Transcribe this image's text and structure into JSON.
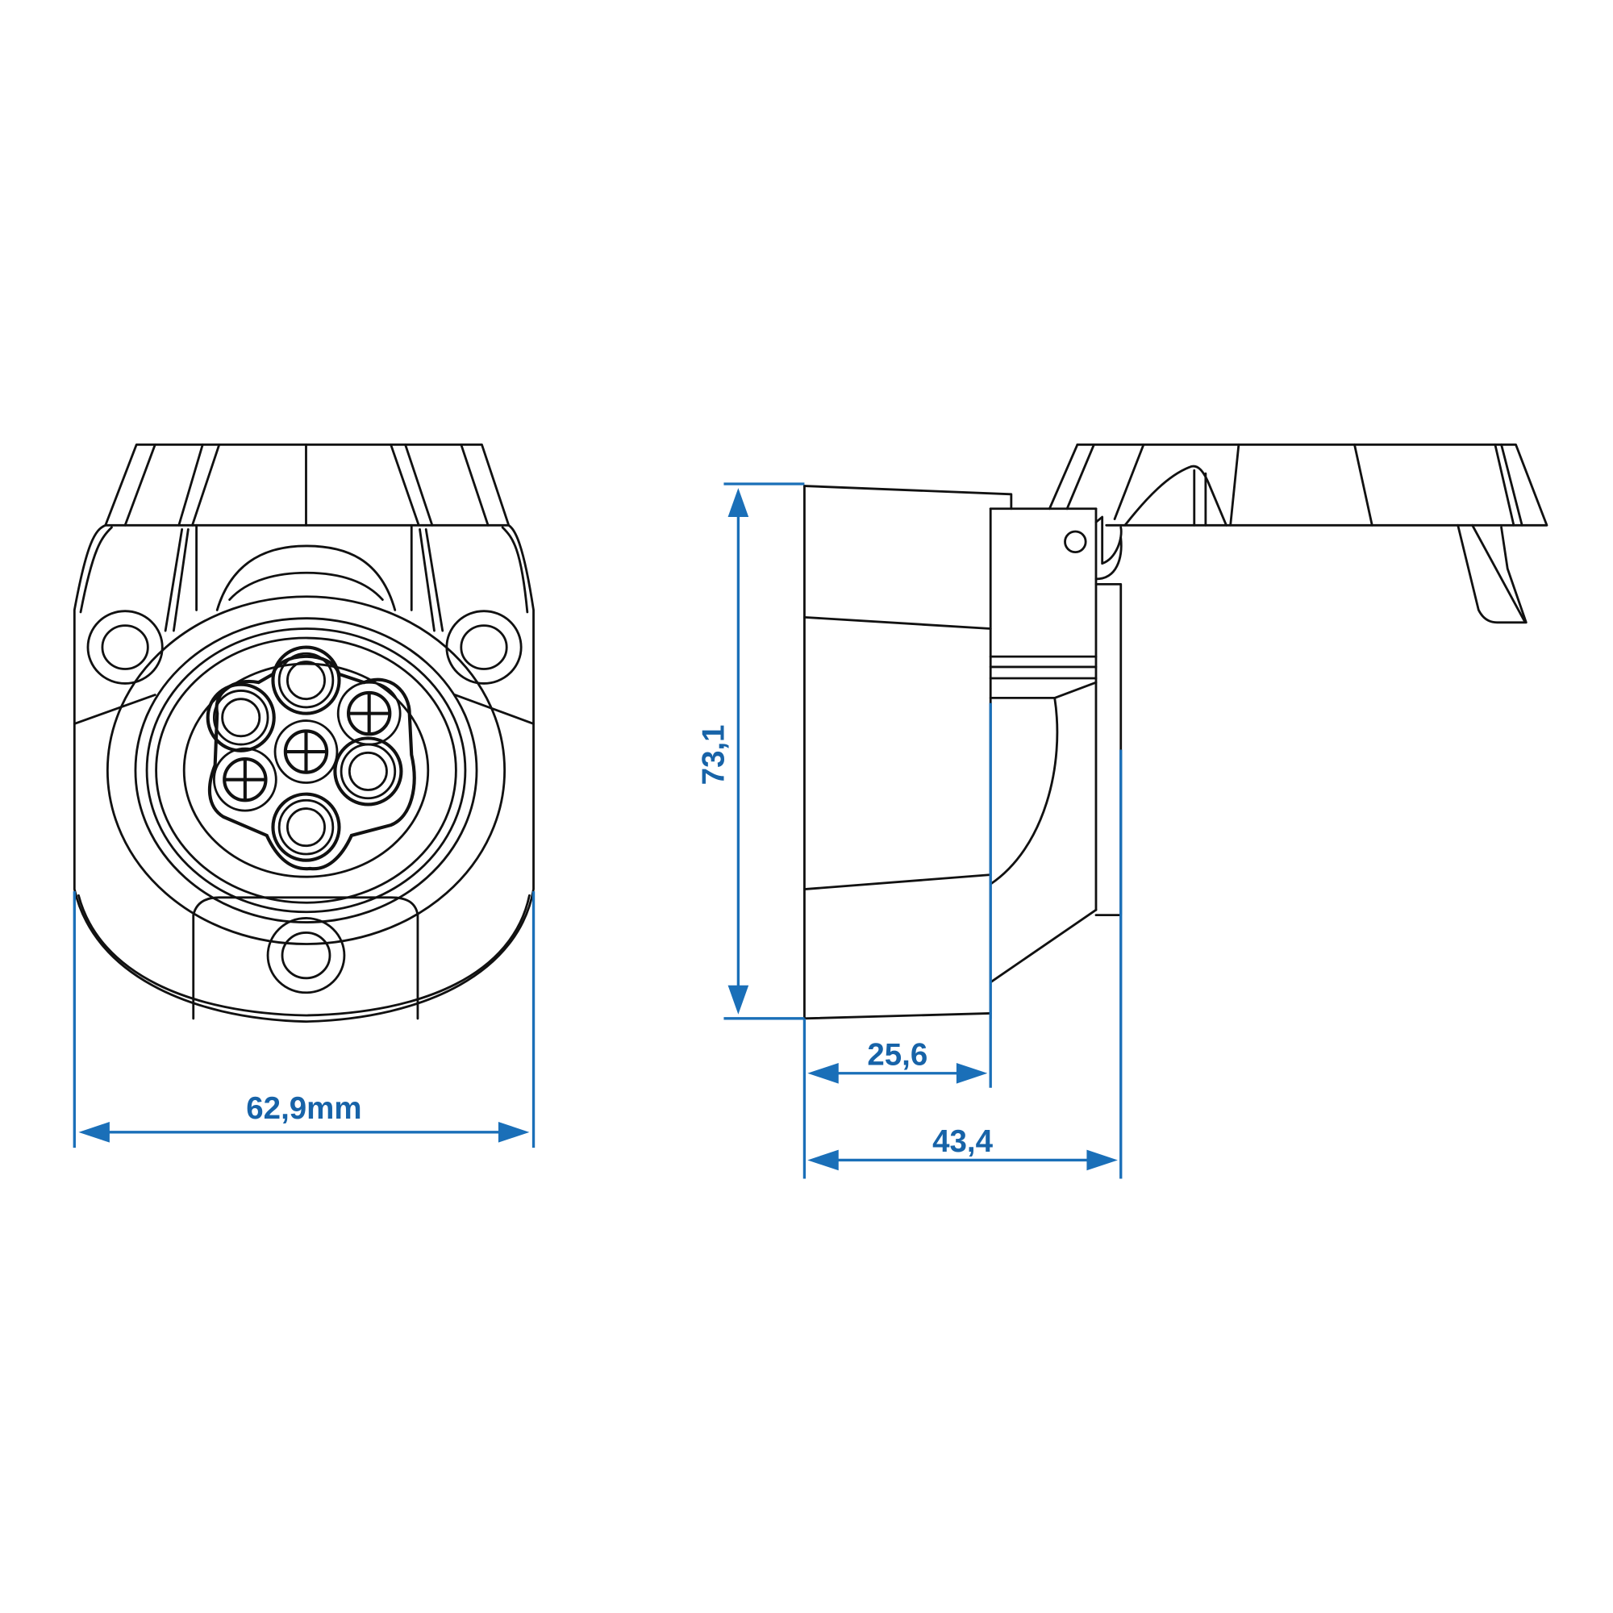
{
  "figure": {
    "subject": "7-pin trailer socket technical drawing",
    "views": [
      {
        "id": "front",
        "label": "front view"
      },
      {
        "id": "side",
        "label": "side view"
      }
    ]
  },
  "dimensions": {
    "front_width": "62,9mm",
    "side_height": "73,1",
    "side_body_depth": "25,6",
    "side_total_depth": "43,4"
  },
  "colors": {
    "line": "#111111",
    "dimension": "#1a6fb8",
    "background": "#ffffff"
  },
  "pins": {
    "count": 7,
    "types": [
      "hollow",
      "hollow",
      "cross",
      "cross",
      "hollow",
      "hollow",
      "cross"
    ]
  }
}
